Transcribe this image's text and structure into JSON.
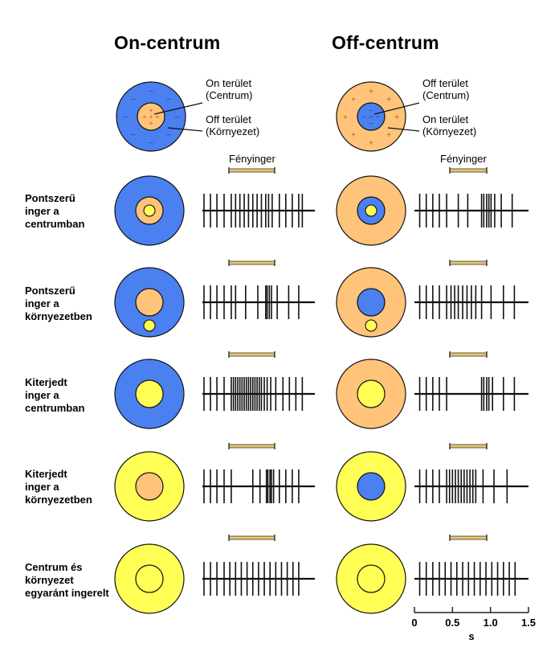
{
  "columns": [
    {
      "title": "On-centrum",
      "center_label": "On terület",
      "center_sub": "(Centrum)",
      "surround_label": "Off terület",
      "surround_sub": "(Környezet)",
      "center_sign": "+",
      "surround_sign": "−",
      "center_color": "#ffc37a",
      "surround_color": "#4a80f0"
    },
    {
      "title": "Off-centrum",
      "center_label": "Off terület",
      "center_sub": "(Centrum)",
      "surround_label": "On terület",
      "surround_sub": "(Környezet)",
      "center_sign": "−",
      "surround_sign": "+",
      "center_color": "#4a80f0",
      "surround_color": "#ffc37a"
    }
  ],
  "light_stimulus_label": "Fényinger",
  "colors": {
    "on": "#ffc37a",
    "off": "#4a80f0",
    "light": "#ffff55",
    "stim_bar": "#e8c96a"
  },
  "rows": [
    {
      "label": [
        "Pontszerű",
        "inger a",
        "centrumban"
      ],
      "left": {
        "surround": "off",
        "center": "on",
        "spot": "center"
      },
      "right": {
        "surround": "on",
        "center": "off",
        "spot": "center"
      },
      "left_spikes": [
        0.0,
        0.09,
        0.18,
        0.28,
        0.38,
        0.44,
        0.5,
        0.56,
        0.62,
        0.68,
        0.74,
        0.8,
        0.86,
        0.9,
        0.95,
        1.05,
        1.14,
        1.23,
        1.32,
        1.37
      ],
      "right_spikes": [
        0.05,
        0.14,
        0.23,
        0.32,
        0.42,
        0.58,
        0.71,
        0.9,
        0.93,
        0.97,
        1.0,
        1.03,
        1.08,
        1.17,
        1.32
      ]
    },
    {
      "label": [
        "Pontszerű",
        "inger a",
        "környezetben"
      ],
      "left": {
        "surround": "off",
        "center": "on",
        "spot": "surround"
      },
      "right": {
        "surround": "on",
        "center": "off",
        "spot": "surround"
      },
      "left_spikes": [
        0.0,
        0.09,
        0.18,
        0.28,
        0.38,
        0.44,
        0.58,
        0.75,
        0.86,
        0.88,
        0.91,
        0.94,
        1.02,
        1.18,
        1.32
      ],
      "right_spikes": [
        0.05,
        0.14,
        0.23,
        0.32,
        0.42,
        0.48,
        0.53,
        0.58,
        0.64,
        0.7,
        0.76,
        0.82,
        0.9,
        1.03,
        1.2,
        1.35
      ]
    },
    {
      "label": [
        "Kiterjedt",
        "inger a",
        "centrumban"
      ],
      "left": {
        "surround": "off",
        "center": "light",
        "spot": "none"
      },
      "right": {
        "surround": "on",
        "center": "light",
        "spot": "none"
      },
      "left_spikes": [
        0.0,
        0.09,
        0.18,
        0.28,
        0.38,
        0.41,
        0.44,
        0.47,
        0.5,
        0.53,
        0.56,
        0.59,
        0.62,
        0.65,
        0.68,
        0.71,
        0.74,
        0.77,
        0.8,
        0.84,
        0.88,
        0.93,
        1.0,
        1.1,
        1.19,
        1.28,
        1.37
      ],
      "right_spikes": [
        0.05,
        0.14,
        0.23,
        0.32,
        0.42,
        0.9,
        0.93,
        0.97,
        1.0,
        1.05,
        1.2,
        1.35
      ]
    },
    {
      "label": [
        "Kiterjedt",
        "inger a",
        "környezetben"
      ],
      "left": {
        "surround": "light",
        "center": "on",
        "spot": "none"
      },
      "right": {
        "surround": "light",
        "center": "off",
        "spot": "none"
      },
      "left_spikes": [
        0.0,
        0.09,
        0.18,
        0.28,
        0.38,
        0.68,
        0.78,
        0.87,
        0.89,
        0.92,
        0.94,
        0.97,
        1.05,
        1.14,
        1.23,
        1.32
      ],
      "right_spikes": [
        0.05,
        0.14,
        0.23,
        0.32,
        0.42,
        0.46,
        0.5,
        0.54,
        0.58,
        0.62,
        0.66,
        0.7,
        0.74,
        0.78,
        0.82,
        0.92,
        1.07,
        1.25
      ]
    },
    {
      "label": [
        "Centrum és",
        "környezet",
        "egyaránt ingerelt"
      ],
      "left": {
        "surround": "light",
        "center": "light",
        "spot": "none"
      },
      "right": {
        "surround": "light",
        "center": "light",
        "spot": "none"
      },
      "left_spikes": [
        0.0,
        0.09,
        0.18,
        0.28,
        0.36,
        0.44,
        0.52,
        0.6,
        0.68,
        0.76,
        0.84,
        0.92,
        1.0,
        1.08,
        1.16,
        1.24,
        1.32
      ],
      "right_spikes": [
        0.05,
        0.14,
        0.23,
        0.32,
        0.4,
        0.48,
        0.56,
        0.64,
        0.72,
        0.8,
        0.88,
        0.96,
        1.04,
        1.12,
        1.2,
        1.28,
        1.36
      ]
    }
  ],
  "stimulus_window_s": [
    0.45,
    0.95
  ],
  "time_axis": {
    "ticks": [
      "0",
      "0.5",
      "1.0",
      "1.5"
    ],
    "tick_values": [
      0,
      0.5,
      1.0,
      1.5
    ],
    "unit": "s",
    "range": [
      0,
      1.5
    ]
  }
}
